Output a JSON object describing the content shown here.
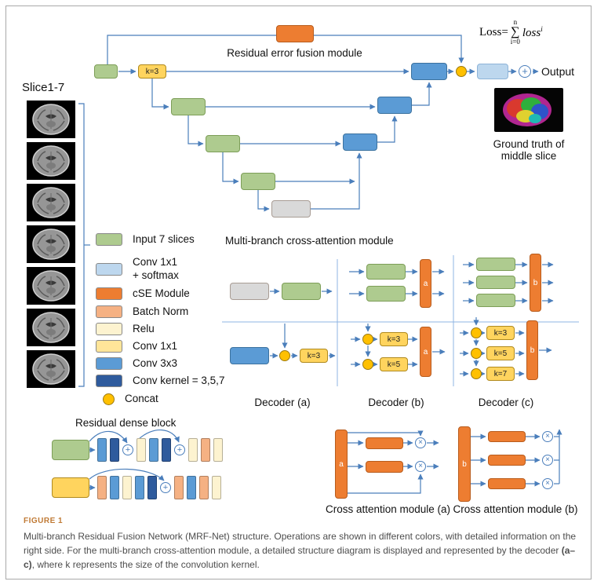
{
  "figure": {
    "label": "FIGURE 1",
    "caption_part1": "Multi-branch Residual Fusion Network (MRF-Net) structure. Operations are shown in different colors, with detailed information on the right side. For the multi-branch cross-attention module, a detailed structure diagram is displayed and represented by the decoder ",
    "caption_bold": "(a–c)",
    "caption_part2": ", where k represents the size of the convolution kernel."
  },
  "top": {
    "residual_module_label": "Residual error fusion module",
    "loss": {
      "prefix": "Loss=",
      "sigma": "∑",
      "upper": "n",
      "lower": "i=0",
      "term": "loss",
      "exponent": "i"
    },
    "k3": "k=3",
    "output": "Output",
    "slices_label": "Slice1-7",
    "ground_truth_caption": "Ground truth of middle slice"
  },
  "legend": {
    "items": [
      {
        "label": "Input 7 slices"
      },
      {
        "label": "Conv 1x1\n+ softmax"
      },
      {
        "label": "cSE Module"
      },
      {
        "label": "Batch Norm"
      },
      {
        "label": "Relu"
      },
      {
        "label": "Conv 1x1"
      },
      {
        "label": "Conv 3x3"
      },
      {
        "label": "Conv kernel = 3,5,7"
      },
      {
        "label": "Concat"
      }
    ]
  },
  "attention": {
    "title": "Multi-branch cross-attention module",
    "decoder_a": "Decoder (a)",
    "decoder_b": "Decoder (b)",
    "decoder_c": "Decoder (c)",
    "bar_a": "a",
    "bar_b": "b",
    "k": [
      "k=3",
      "k=5",
      "k=7"
    ]
  },
  "rdb": {
    "title": "Residual dense block",
    "row1": [
      "conv3x3",
      "kernel357",
      "plus",
      "relu",
      "conv3x3",
      "kernel357",
      "plus",
      "relu",
      "batch-norm",
      "relu"
    ],
    "row2": [
      "batch-norm",
      "conv3x3",
      "relu",
      "conv3x3",
      "kernel357",
      "plus",
      "batch-norm",
      "conv3x3",
      "batch-norm",
      "relu"
    ]
  },
  "cross_attention": {
    "a_label": "Cross attention module (a)",
    "b_label": "Cross attention module (b)",
    "bar_a": "a",
    "bar_b": "b"
  },
  "icons": {
    "concat": "filled-yellow-circle",
    "sum": "circle-plus",
    "multiply": "circle-times",
    "slice_bracket": "square-bracket"
  },
  "palette": {
    "input_green": "#aecb8f",
    "conv1x1_softmax_blue": "#bdd7ee",
    "cse_orange": "#ed7d31",
    "batch_norm_salmon": "#f5b183",
    "relu_cream": "#fdf3d0",
    "conv1x1_yellow": "#ffe599",
    "k_box_yellow": "#ffd45e",
    "conv3x3_blue": "#5b9bd5",
    "conv_kernel_357_navy": "#2f5b9d",
    "concat_yellow": "#ffc000",
    "gray_block": "#d9d9d9",
    "arrow_blue": "#4a7ebb"
  }
}
